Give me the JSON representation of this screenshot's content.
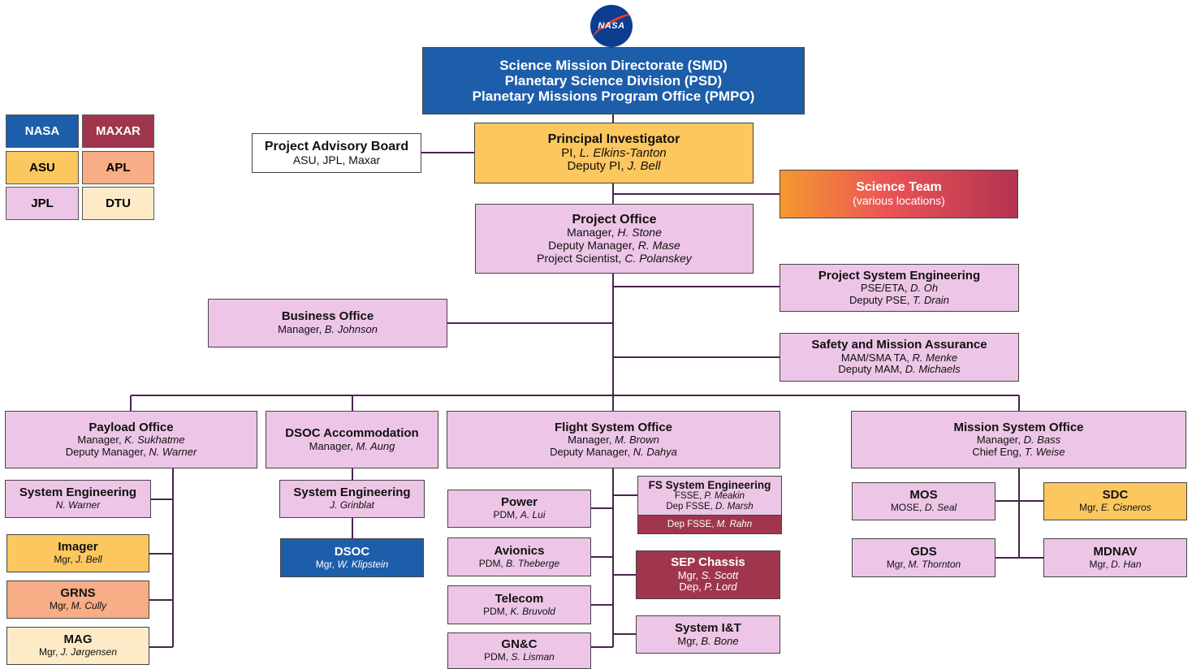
{
  "logo": {
    "text": "NASA"
  },
  "legend": {
    "nasa": "NASA",
    "maxar": "MAXAR",
    "asu": "ASU",
    "apl": "APL",
    "jpl": "JPL",
    "dtu": "DTU"
  },
  "colors": {
    "nasa": "#1d5eab",
    "maxar": "#a0364d",
    "asu": "#fcc75e",
    "apl": "#f7ad85",
    "jpl": "#edc5e6",
    "dtu": "#fdebc8",
    "line": "#4a2450"
  },
  "smd": {
    "line1": "Science Mission Directorate (SMD)",
    "line2": "Planetary Science Division (PSD)",
    "line3": "Planetary Missions Program Office (PMPO)"
  },
  "advisory": {
    "title": "Project Advisory Board",
    "sub": "ASU, JPL, Maxar"
  },
  "pi": {
    "title": "Principal Investigator",
    "r1": "PI, ",
    "n1": "L. Elkins-Tanton",
    "r2": "Deputy PI, ",
    "n2": "J. Bell"
  },
  "science": {
    "title": "Science Team",
    "sub": "(various locations)"
  },
  "project": {
    "title": "Project Office",
    "r1": "Manager, ",
    "n1": "H. Stone",
    "r2": "Deputy Manager, ",
    "n2": "R. Mase",
    "r3": "Project Scientist, ",
    "n3": "C. Polanskey"
  },
  "pse": {
    "title": "Project System Engineering",
    "r1": "PSE/ETA, ",
    "n1": "D. Oh",
    "r2": "Deputy PSE, ",
    "n2": "T. Drain"
  },
  "business": {
    "title": "Business Office",
    "r1": "Manager, ",
    "n1": "B. Johnson"
  },
  "sma": {
    "title": "Safety and Mission Assurance",
    "r1": "MAM/SMA TA, ",
    "n1": "R. Menke",
    "r2": "Deputy MAM, ",
    "n2": "D. Michaels"
  },
  "payload": {
    "title": "Payload Office",
    "r1": "Manager, ",
    "n1": "K. Sukhatme",
    "r2": "Deputy Manager, ",
    "n2": "N. Warner"
  },
  "dsoc_acc": {
    "title": "DSOC Accommodation",
    "r1": "Manager, ",
    "n1": "M. Aung"
  },
  "flight": {
    "title": "Flight System Office",
    "r1": "Manager, ",
    "n1": "M. Brown",
    "r2": "Deputy Manager, ",
    "n2": "N. Dahya"
  },
  "mso": {
    "title": "Mission System Office",
    "r1": "Manager, ",
    "n1": "D. Bass",
    "r2": "Chief Eng, ",
    "n2": "T. Weise"
  },
  "pl_se": {
    "title": "System Engineering",
    "n1": "N. Warner"
  },
  "imager": {
    "title": "Imager",
    "r1": "Mgr, ",
    "n1": "J. Bell"
  },
  "grns": {
    "title": "GRNS",
    "r1": "Mgr, ",
    "n1": "M. Cully"
  },
  "mag": {
    "title": "MAG",
    "r1": "Mgr, ",
    "n1": "J. Jørgensen"
  },
  "ds_se": {
    "title": "System Engineering",
    "n1": "J. Grinblat"
  },
  "dsoc": {
    "title": "DSOC",
    "r1": "Mgr, ",
    "n1": "W. Klipstein"
  },
  "power": {
    "title": "Power",
    "r1": "PDM, ",
    "n1": "A. Lui"
  },
  "avionics": {
    "title": "Avionics",
    "r1": "PDM, ",
    "n1": "B. Theberge"
  },
  "telecom": {
    "title": "Telecom",
    "r1": "PDM, ",
    "n1": "K. Bruvold"
  },
  "gnc": {
    "title": "GN&C",
    "r1": "PDM, ",
    "n1": "S. Lisman"
  },
  "fsse": {
    "title": "FS System Engineering",
    "r1": "FSSE, ",
    "n1": "P. Meakin",
    "r2": "Dep FSSE, ",
    "n2": "D. Marsh",
    "r3": "Dep FSSE, ",
    "n3": "M. Rahn"
  },
  "sep": {
    "title": "SEP Chassis",
    "r1": "Mgr, ",
    "n1": "S. Scott",
    "r2": "Dep, ",
    "n2": "P. Lord"
  },
  "sysit": {
    "title": "System I&T",
    "r1": "Mgr, ",
    "n1": "B. Bone"
  },
  "mos": {
    "title": "MOS",
    "r1": "MOSE, ",
    "n1": "D. Seal"
  },
  "sdc": {
    "title": "SDC",
    "r1": "Mgr, ",
    "n1": "E. Cisneros"
  },
  "gds": {
    "title": "GDS",
    "r1": "Mgr, ",
    "n1": "M. Thornton"
  },
  "mdnav": {
    "title": "MDNAV",
    "r1": "Mgr, ",
    "n1": "D. Han"
  }
}
